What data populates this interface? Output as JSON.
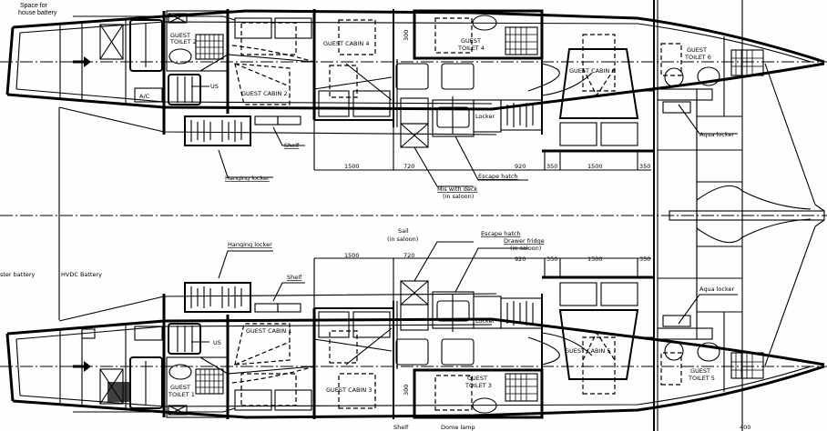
{
  "drawing": {
    "line_color": "#000000",
    "paper_color": "#fdfefe",
    "top_hull": {
      "space_battery": "Space for",
      "space_battery_2": "house battery",
      "guest_toilet_2": "GUEST",
      "guest_toilet_2b": "TOILET 2",
      "us": "US",
      "ac": "A/C",
      "guest_cabin_2": "GUEST CABIN 2",
      "guest_cabin_4": "GUEST CABIN 4",
      "hanging_locker": "Hanging locker",
      "shelf": "Shelf",
      "guest_toilet_4": "GUEST",
      "guest_toilet_4b": "TOILET 4",
      "locker": "Locker",
      "escape_hatch": "Escape hatch",
      "fridge": "Mis with deck",
      "fridge_2": "(in saloon)",
      "guest_cabin_6": "GUEST CABIN 6",
      "guest_toilet_6": "GUEST",
      "guest_toilet_6b": "TOILET 6",
      "aqua_locker": "Aqua locker",
      "vertical_dim": "300",
      "dims": [
        "1500",
        "720",
        "920",
        "350",
        "1500",
        "350"
      ]
    },
    "bottom_hull": {
      "starter_battery": "ster battery",
      "hvdc_battery": "HVDC Battery",
      "hanging_locker": "Hanging locker",
      "shelf": "Shelf",
      "sail": "Sail",
      "sail_2": "(in saloon)",
      "escape_hatch": "Escape hatch",
      "drawer_fridge": "Drawer fridge",
      "drawer_fridge_2": "(in saloon)",
      "locker": "Locker",
      "guest_cabin_1": "GUEST CABIN 1",
      "us": "US",
      "guest_toilet_1": "GUEST",
      "guest_toilet_1b": "TOILET 1",
      "guest_cabin_3": "GUEST CABIN 3",
      "vertical_dim": "300",
      "guest_toilet_3": "GUEST",
      "guest_toilet_3b": "TOILET 3",
      "guest_cabin_5": "GUEST CABIN 5",
      "guest_toilet_5": "GUEST",
      "guest_toilet_5b": "TOILET 5",
      "aqua_locker": "Aqua locker",
      "shelf_2": "Shelf",
      "dome_lamp": "Dome lamp",
      "dim_400": "400",
      "dims": [
        "1500",
        "720",
        "920",
        "350",
        "1500",
        "350"
      ]
    }
  }
}
